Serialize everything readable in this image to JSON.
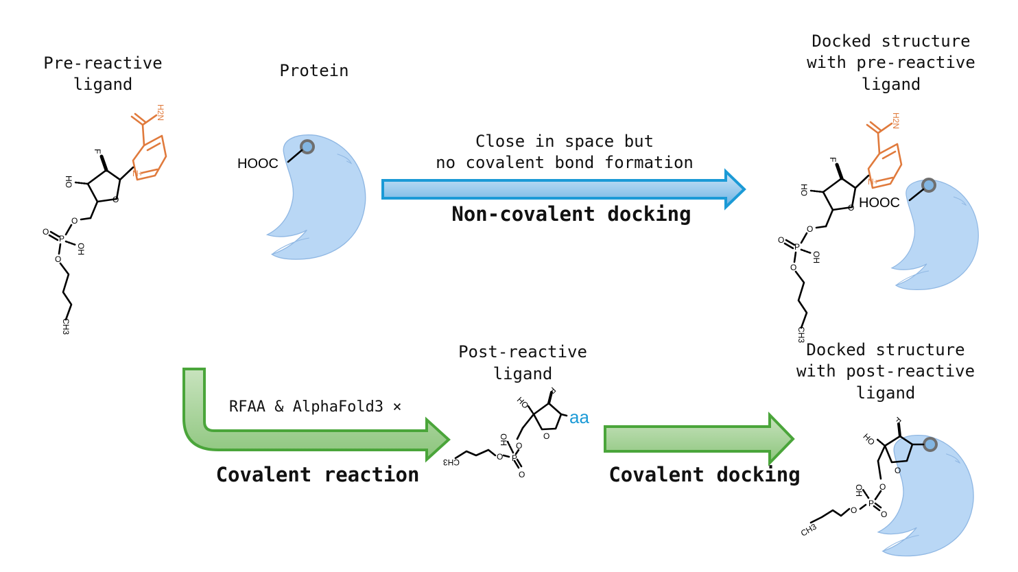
{
  "labels": {
    "pre_ligand": [
      "Pre-reactive",
      "ligand"
    ],
    "protein": "Protein",
    "hooc": "HOOC",
    "noncov_note": [
      "Close in space but",
      "no covalent bond formation"
    ],
    "noncov_title": "Non-covalent docking",
    "docked_pre": [
      "Docked structure",
      "with pre-reactive",
      "ligand"
    ],
    "rfaa_note": "RFAA & AlphaFold3 ×",
    "cov_reaction": "Covalent reaction",
    "post_ligand": [
      "Post-reactive",
      "ligand"
    ],
    "aa": "aa",
    "cov_docking": "Covalent docking",
    "docked_post": [
      "Docked structure",
      "with post-reactive",
      "ligand"
    ]
  },
  "atoms": {
    "F": "F",
    "HO": "HO",
    "O": "O",
    "P": "P",
    "OH": "OH",
    "CH3": "CH3",
    "N": "N+",
    "NH2": "H2N"
  },
  "colors": {
    "protein_fill": "#b9d7f5",
    "noncov_arrow": "#1b9ad6",
    "cov_arrow": "#4aa53a",
    "ligand_accent": "#e07a3c",
    "aa_text": "#1b9ad6"
  }
}
